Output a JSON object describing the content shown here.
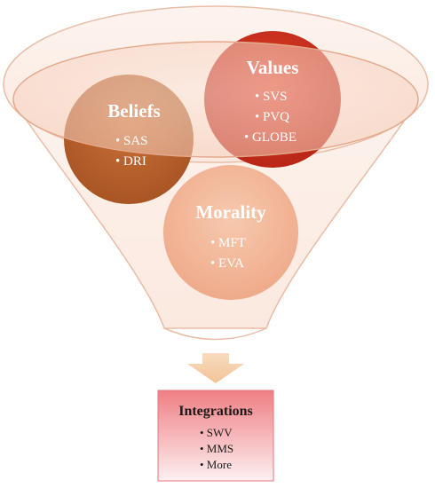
{
  "beliefs": {
    "title": "Beliefs",
    "items": [
      "• SAS",
      "• DRI"
    ]
  },
  "values": {
    "title": "Values",
    "items": [
      "• SVS",
      "• PVQ",
      "• GLOBE"
    ]
  },
  "morality": {
    "title": "Morality",
    "items": [
      "• MFT",
      "• EVA"
    ]
  },
  "integrations": {
    "title": "Integrations",
    "items": [
      "• SWV",
      "• MMS",
      "• More"
    ]
  },
  "colors": {
    "funnel_fill": "#fdf1ea",
    "funnel_stroke": "#e7b8a0",
    "rim_fill": "#f9ddd0",
    "beliefs": "#b9622c",
    "values": "#c9301e",
    "morality": "#f2b79a",
    "arrow": "#f5cfa6",
    "box_top": "#f0868a",
    "box_bottom": "#fbe6e6"
  }
}
